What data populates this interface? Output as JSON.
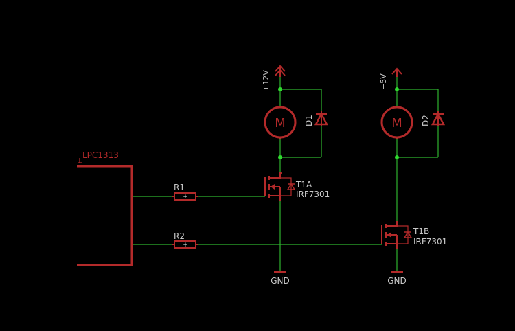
{
  "colors": {
    "background": "#000000",
    "wire": "#2fb32f",
    "symbol": "#b32a2a",
    "text": "#c8c8c8",
    "junction": "#2fd92f"
  },
  "labels": {
    "mcu": "LPC1313",
    "r1": "R1",
    "r2": "R2",
    "resistor_mark": "+",
    "motor1": "M",
    "motor2": "M",
    "d1": "D1",
    "d2": "D2",
    "supply1": "+12V",
    "supply2": "+5V",
    "t1a_name": "T1A",
    "t1a_value": "IRF7301",
    "t1b_name": "T1B",
    "t1b_value": "IRF7301",
    "gnd1": "GND",
    "gnd2": "GND"
  }
}
